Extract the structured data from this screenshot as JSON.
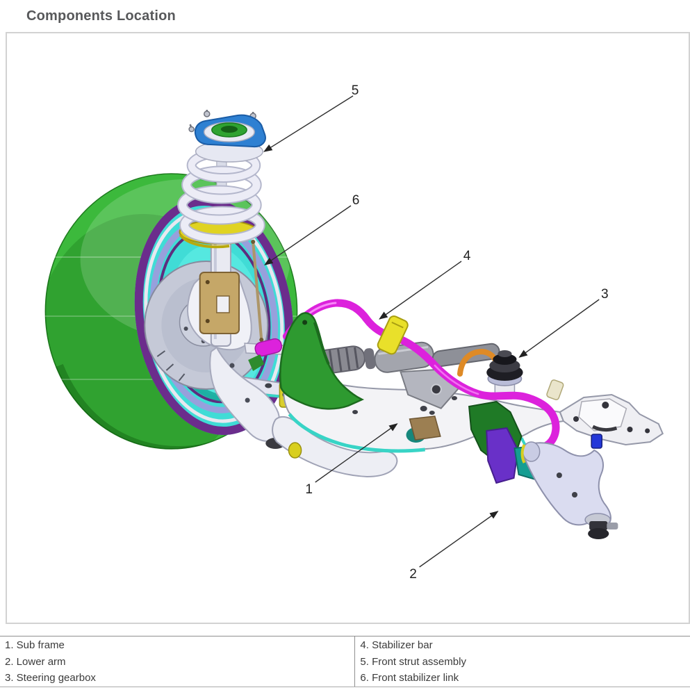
{
  "title": "Components Location",
  "legend": {
    "left": [
      "1. Sub frame",
      "2. Lower arm",
      "3. Steering gearbox"
    ],
    "right": [
      "4. Stabilizer bar",
      "5. Front strut assembly",
      "6. Front stabilizer link"
    ]
  },
  "parts": [
    {
      "num": "1",
      "name": "Sub frame"
    },
    {
      "num": "2",
      "name": "Lower arm"
    },
    {
      "num": "3",
      "name": "Steering gearbox"
    },
    {
      "num": "4",
      "name": "Stabilizer bar"
    },
    {
      "num": "5",
      "name": "Front strut assembly"
    },
    {
      "num": "6",
      "name": "Front stabilizer link"
    }
  ],
  "callout_numbers": [
    "1",
    "2",
    "3",
    "4",
    "5",
    "6"
  ],
  "colors": {
    "tire_green": "#3cb93c",
    "rim_purple": "#6b2d8c",
    "wheel_cyan": "#40dcd6",
    "stabilizer_magenta": "#dc22dc",
    "subframe_white": "#f3f3f6",
    "lower_arm_lavender": "#dadcf0",
    "steering_gray": "#a3a5ad",
    "strut_mount_blue": "#2e80d2",
    "spring_yellow": "#e0d322",
    "bracket_tan": "#c5a768",
    "arm_green": "#2e9a30",
    "trim_teal": "#38d4c6"
  }
}
